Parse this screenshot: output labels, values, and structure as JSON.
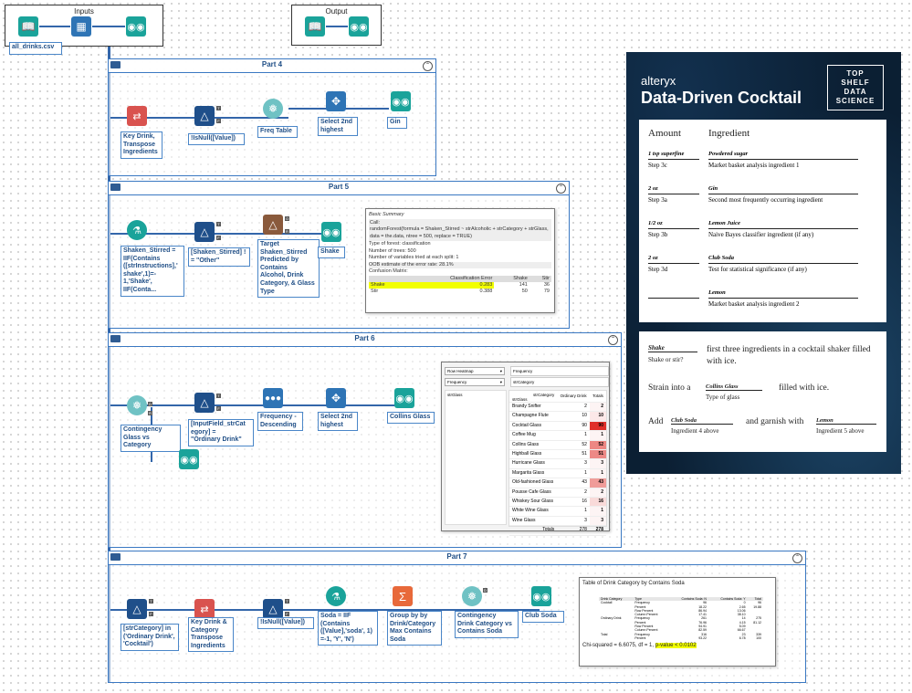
{
  "containers": {
    "inputs": "Inputs",
    "output": "Output",
    "part4": "Part 4",
    "part5": "Part 5",
    "part6": "Part 6",
    "part7": "Part 7"
  },
  "labels": {
    "file": "all_drinks.csv",
    "p4_transpose": "Key Drink,\nTranspose\nIngredients",
    "p4_filter": "!IsNull([Value])",
    "p4_freq": "Freq Table",
    "p4_select": "Select 2nd\nhighest",
    "p4_browse": "Gin",
    "p5_formula": "Shaken_Stirred =\nIIF(Contains\n([strInstructions],'\nshake',1)=-\n1,'Shake',\nIIF(Conta...",
    "p5_filter": "[Shaken_Stirred] !\n= \"Other\"",
    "p5_target": "Target\nShaken_Stirred\nPredicted by\nContains\nAlcohol, Drink\nCategory, & Glass\nType",
    "p5_browse": "Shake",
    "p6_contingency": "Contingency\nGlass vs Category",
    "p6_filter": "[InputField_strCat\negory] =\n\"Ordinary Drink\"",
    "p6_freq": "Frequency -\nDescending",
    "p6_select": "Select 2nd\nhighest",
    "p6_browse": "Collins Glass",
    "p7_filter": "[strCategory] in\n('Ordinary Drink',\n'Cocktail')",
    "p7_transpose": "Key Drink &\nCategory\nTranspose\nIngredients",
    "p7_isnull": "!IsNull([Value])",
    "p7_formula": "Soda = IIF\n(Contains\n([Value],'soda', 1)\n=-1, 'Y', 'N')",
    "p7_summarize": "Group by by\nDrink/Category\nMax Contains\nSoda",
    "p7_contingency": "Contingency\nDrink Category vs\nContains Soda",
    "p7_browse": "Club Soda"
  },
  "basic_summary": {
    "title": "Basic Summary",
    "call_label": "Call:",
    "call": "randomForest(formula = Shaken_Stirred ~ strAlcoholic + strCategory + strGlass, data = the.data, ntree = 500, replace = TRUE)",
    "forest_type": "Type of forest: classification",
    "trees": "Number of trees: 500",
    "vars": "Number of variables tried at each split: 1",
    "oob": "OOB estimate of the error rate: 28.1%",
    "cm_title": "Confusion Matrix:",
    "cm_headers": [
      "",
      "Classification Error",
      "Shake",
      "Stir"
    ],
    "cm_rows": [
      [
        "Shake",
        "0.283",
        "141",
        "36"
      ],
      [
        "Stir",
        "0.388",
        "50",
        "79"
      ]
    ]
  },
  "heatmap": {
    "dropdown1": "Row Heatmap",
    "dropdown2": "Frequency",
    "header_right": "Frequency",
    "field_col": "strCategory",
    "row_field": "strGlass",
    "col_header": "strCategory",
    "col_sub": "strGlass",
    "col_ord": "Ordinary Drink",
    "col_tot": "Totals",
    "rows": [
      [
        "Brandy Snifter",
        "2",
        "2"
      ],
      [
        "Champagne Flute",
        "10",
        "10"
      ],
      [
        "Cocktail Glass",
        "90",
        "90"
      ],
      [
        "Coffee Mug",
        "1",
        "1"
      ],
      [
        "Collins Glass",
        "52",
        "52"
      ],
      [
        "Highball Glass",
        "51",
        "51"
      ],
      [
        "Hurricane Glass",
        "3",
        "3"
      ],
      [
        "Margarita Glass",
        "1",
        "1"
      ],
      [
        "Old-fashioned Glass",
        "43",
        "43"
      ],
      [
        "Pousse Cafe Glass",
        "2",
        "2"
      ],
      [
        "Whiskey Sour Glass",
        "16",
        "16"
      ],
      [
        "White Wine Glass",
        "1",
        "1"
      ],
      [
        "Wine Glass",
        "3",
        "3"
      ]
    ],
    "totals_label": "Totals",
    "totals": [
      "278",
      "278"
    ]
  },
  "contingency": {
    "title": "Table of Drink Category by Contains Soda",
    "headers": [
      "Drink Category",
      "Type",
      "Contains Soda: N",
      "Contains Soda: Y",
      "Total"
    ],
    "rows": [
      [
        "Cocktail",
        "Frequency",
        "96",
        "0",
        "96"
      ],
      [
        "",
        "Percent",
        "18.22",
        "2.65",
        "19.88"
      ],
      [
        "",
        "Row Percent",
        "86.94",
        "13.06",
        ""
      ],
      [
        "",
        "Column Percent",
        "17.41",
        "38.10",
        ""
      ],
      [
        "Ordinary Drink",
        "Frequency",
        "261",
        "14",
        "275"
      ],
      [
        "",
        "Percent",
        "76.96",
        "4.15",
        "81.12"
      ],
      [
        "",
        "Row Percent",
        "94.91",
        "5.09",
        ""
      ],
      [
        "",
        "Column Percent",
        "82.59",
        "66.67",
        ""
      ],
      [
        "Total",
        "Frequency",
        "316",
        "23",
        "339"
      ],
      [
        "",
        "Percent",
        "93.22",
        "6.78",
        "100"
      ]
    ],
    "chi_text": "Chi-squared = 6.6075, df = 1, ",
    "pvalue": "p-value < 0.0102"
  },
  "card": {
    "brand": "alteryx",
    "title": "Data-Driven Cocktail",
    "logo_lines": [
      "TOP",
      "SHELF",
      "DATA",
      "SCIENCE"
    ],
    "col_amount": "Amount",
    "col_ingredient": "Ingredient",
    "recipe": [
      {
        "amount": "1 tsp superfine",
        "amount_step": "Step 3c",
        "ingredient": "Powdered sugar",
        "ingredient_desc": "Market basket analysis ingredient 1"
      },
      {
        "amount": "2 oz",
        "amount_step": "Step 3a",
        "ingredient": "Gin",
        "ingredient_desc": "Second most frequently occurring ingredient"
      },
      {
        "amount": "1/2 oz",
        "amount_step": "Step 3b",
        "ingredient": "Lemon Juice",
        "ingredient_desc": "Naive Bayes classifier ingredient (if any)"
      },
      {
        "amount": "2 oz",
        "amount_step": "Step 3d",
        "ingredient": "Club Soda",
        "ingredient_desc": "Test for statistical significance (if any)"
      },
      {
        "amount": "",
        "amount_step": "",
        "ingredient": "Lemon",
        "ingredient_desc": "Market basket analysis ingredient 2"
      }
    ],
    "method": {
      "shake_fill": "Shake",
      "shake_sub": "Shake or stir?",
      "shake_text": "first three ingredients in a cocktail shaker filled with ice.",
      "strain_pre": "Strain into a",
      "glass_fill": "Collins Glass",
      "glass_sub": "Type of glass",
      "strain_post": "filled with ice.",
      "add_pre": "Add",
      "add_fill": "Club Soda",
      "add_sub": "Ingredient 4 above",
      "garnish_text": "and garnish with",
      "garnish_fill": "Lemon",
      "garnish_sub": "Ingredient 5 above"
    }
  },
  "colors": {
    "accent": "#3a78c2",
    "highlight": "#f2ff00",
    "heat_red": "#e0302a",
    "card_bg": "#0b1f33"
  }
}
